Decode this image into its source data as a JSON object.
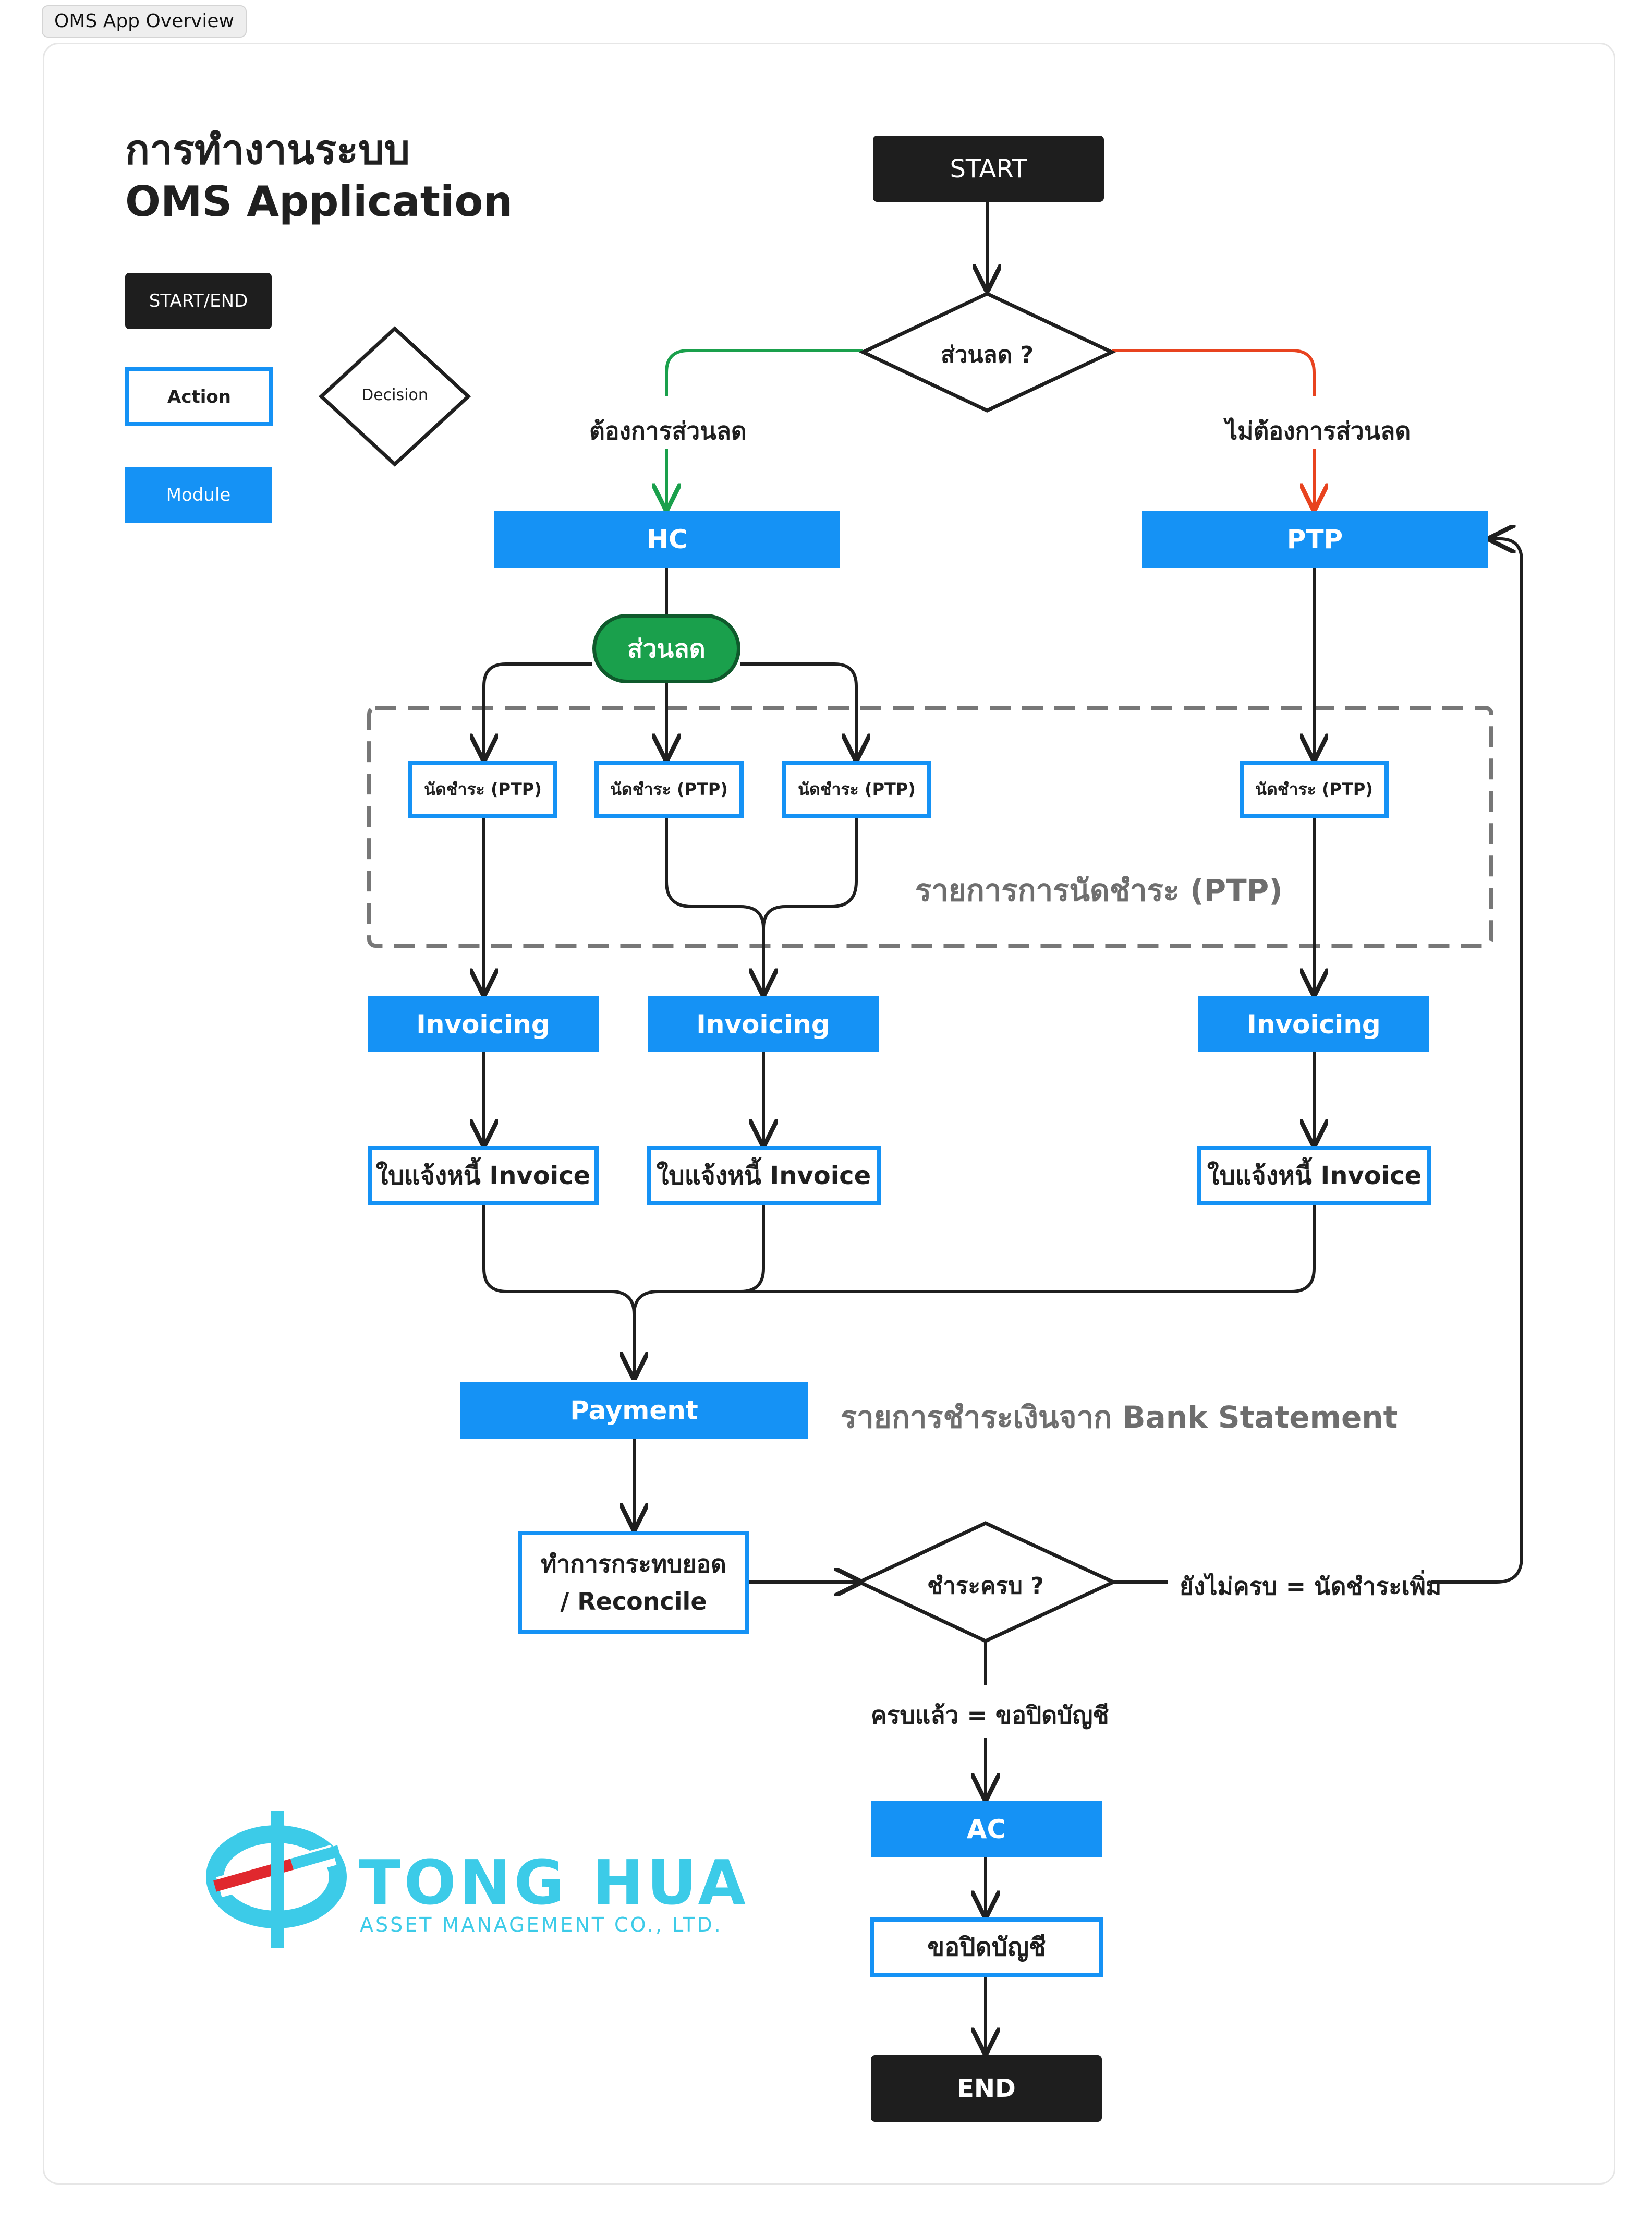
{
  "tab_label": "OMS App Overview",
  "title": {
    "line1": "การทำงานระบบ",
    "line2": "OMS Application"
  },
  "legend": {
    "start_end": "START/END",
    "action": "Action",
    "module": "Module",
    "decision": "Decision"
  },
  "nodes": {
    "start": "START",
    "decision_discount": "ส่วนลด ?",
    "want_discount": "ต้องการส่วนลด",
    "no_discount": "ไม่ต้องการส่วนลด",
    "hc": "HC",
    "ptp_module": "PTP",
    "discount": "ส่วนลด",
    "ptp_item": "นัดชำระ (PTP)",
    "ptp_group_label": "รายการการนัดชำระ (PTP)",
    "invoicing": "Invoicing",
    "invoice_notice": "ใบแจ้งหนี้ Invoice",
    "payment": "Payment",
    "payment_note": "รายการชำระเงินจาก Bank Statement",
    "reconcile_line1": "ทำการกระทบยอด",
    "reconcile_line2": "/ Reconcile",
    "decision_paid": "ชำระครบ ?",
    "not_complete": "ยังไม่ครบ = นัดชำระเพิ่ม",
    "complete": "ครบแล้ว =  ขอปิดบัญชี",
    "ac": "AC",
    "close_account": "ขอปิดบัญชี",
    "end": "END"
  },
  "logo": {
    "name": "TONG HUA",
    "subtitle": "ASSET MANAGEMENT CO., LTD."
  },
  "colors": {
    "module_blue": "#1592f5",
    "terminal_black": "#1e1e1e",
    "discount_green": "#1aa04c",
    "yes_green": "#1aa04c",
    "no_red": "#e8431f",
    "logo_teal": "#3ccbe8",
    "logo_red": "#e0282e",
    "group_dash": "#777777"
  }
}
